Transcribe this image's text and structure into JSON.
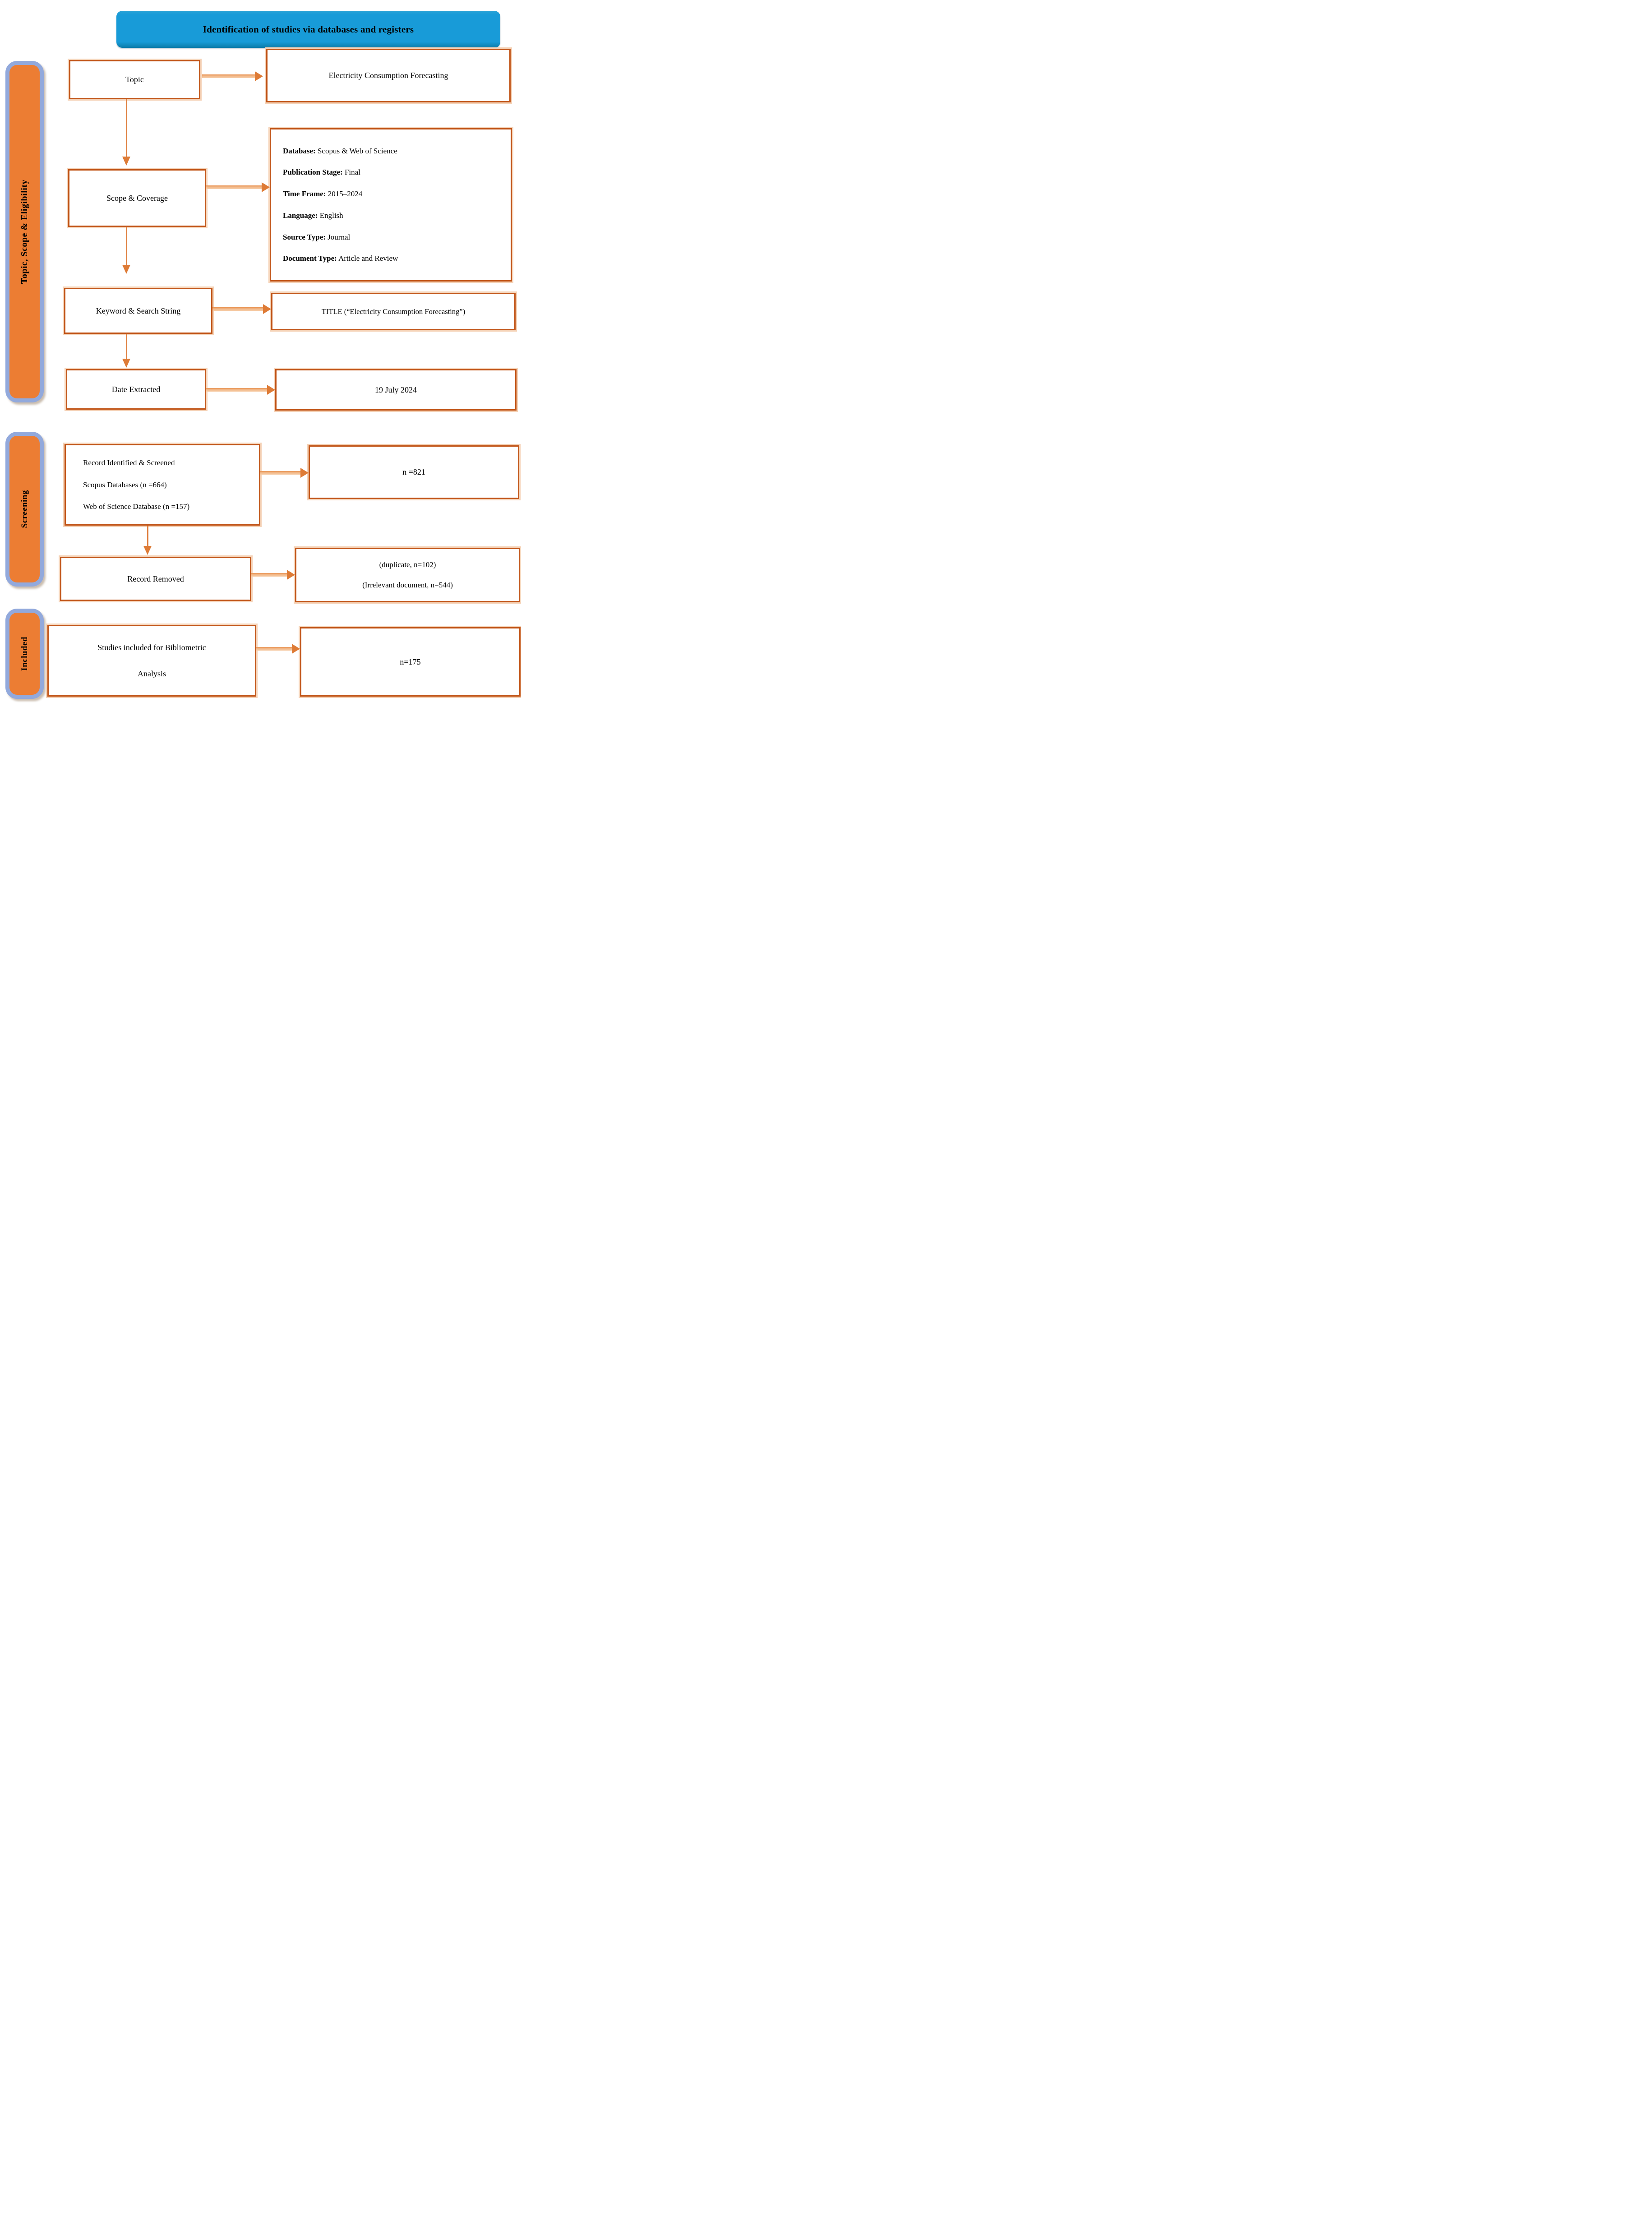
{
  "banner": {
    "title": "Identification of studies via databases and registers"
  },
  "sidebars": [
    {
      "label": "Topic, Scope & Eligibility"
    },
    {
      "label": "Screening"
    },
    {
      "label": "Included"
    }
  ],
  "eligibility": {
    "topic_label": "Topic",
    "topic_result": "Electricity Consumption Forecasting",
    "scope_label": "Scope & Coverage",
    "scope_details": [
      {
        "key": "Database:",
        "value": " Scopus & Web of Science"
      },
      {
        "key": "Publication Stage:",
        "value": " Final"
      },
      {
        "key": "Time Frame:",
        "value": " 2015–2024"
      },
      {
        "key": "Language:",
        "value": " English"
      },
      {
        "key": "Source Type:",
        "value": " Journal"
      },
      {
        "key": "Document Type:",
        "value": " Article and Review"
      }
    ],
    "keyword_label": "Keyword & Search String",
    "keyword_result": "TITLE (“Electricity Consumption Forecasting”)",
    "date_label": "Date Extracted",
    "date_result": "19 July 2024"
  },
  "screening": {
    "identified_lines": [
      "Record Identified & Screened",
      "Scopus Databases (n =664)",
      "Web of Science Database (n =157)"
    ],
    "identified_result": "n =821",
    "removed_label": "Record Removed",
    "removed_result_lines": [
      "(duplicate, n=102)",
      "(Irrelevant document, n=544)"
    ]
  },
  "included": {
    "studies_lines": [
      "Studies included for Bibliometric",
      "Analysis"
    ],
    "studies_result": "n=175"
  },
  "colors": {
    "banner_blue": "#189bd8",
    "sidebar_orange": "#ec7d33",
    "sidebar_border_blue": "#92a9dc",
    "box_border_orange": "#c2571b",
    "box_glow_peach": "#f5d3b8",
    "arrow_orange": "#de7b36"
  }
}
